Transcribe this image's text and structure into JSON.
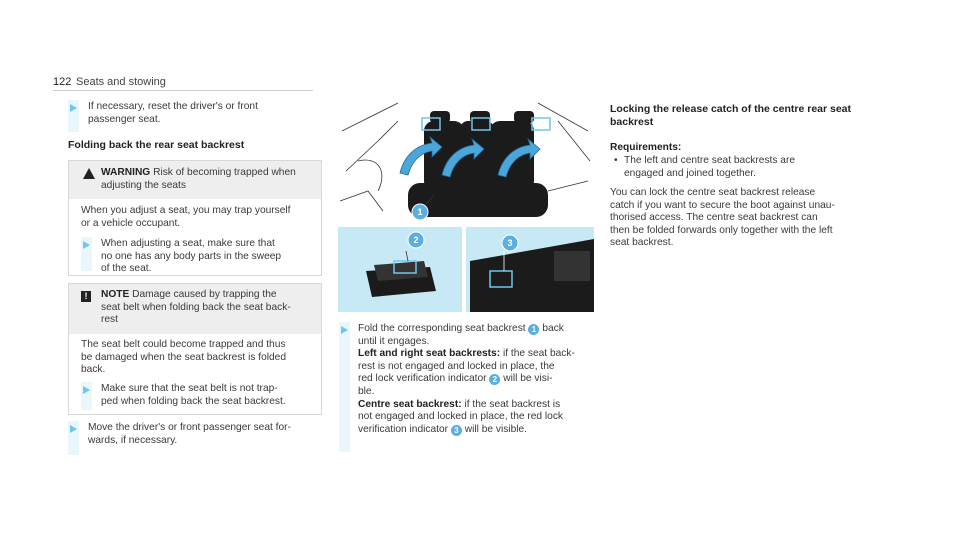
{
  "header": {
    "page_number": "122",
    "section": "Seats and stowing"
  },
  "col1": {
    "step1": [
      "If necessary, reset the driver's or front",
      "passenger seat."
    ],
    "heading": "Folding back the rear seat backrest",
    "warning": {
      "label": "WARNING",
      "title_rest": "Risk of becoming trapped when",
      "title_line2": "adjusting the seats",
      "body": [
        "When you adjust a seat, you may trap yourself",
        "or a vehicle occupant."
      ],
      "step": [
        "When adjusting a seat, make sure that",
        "no one has any body parts in the sweep",
        "of the seat."
      ]
    },
    "note": {
      "label": "NOTE",
      "title_rest": "Damage caused by trapping the",
      "title_line2": "seat belt when folding back the seat back-",
      "title_line3": "rest",
      "body": [
        "The seat belt could become trapped and thus",
        "be damaged when the seat backrest is folded",
        "back."
      ],
      "step": [
        "Make sure that the seat belt is not trap-",
        "ped when folding back the seat backrest."
      ]
    },
    "step2": [
      "Move the driver's or front passenger seat for-",
      "wards, if necessary."
    ]
  },
  "col2": {
    "callouts": [
      "1",
      "2",
      "3"
    ],
    "step_line1a": "Fold the corresponding seat backrest",
    "step_line1b": "back",
    "step_line2": "until it engages.",
    "lr_label": "Left and right seat backrests:",
    "lr_rest": "if the seat back-",
    "lr_lines": [
      "rest is not engaged and locked in place, the",
      "red lock verification indicator"
    ],
    "lr_tail": "will be visi-",
    "lr_end": "ble.",
    "centre_label": "Centre seat backrest:",
    "centre_rest": "if the seat backrest is",
    "centre_lines": [
      "not engaged and locked in place, the red lock",
      "verification indicator"
    ],
    "centre_tail": "will be visible."
  },
  "col3": {
    "heading": [
      "Locking the release catch of the centre rear seat",
      "backrest"
    ],
    "req_label": "Requirements:",
    "req_item": [
      "The left and centre seat backrests are",
      "engaged and joined together."
    ],
    "body": [
      "You can lock the centre seat backrest release",
      "catch if you want to secure the boot against unau-",
      "thorised access. The centre seat backrest can",
      "then be folded forwards only together with the left",
      "seat backrest."
    ]
  },
  "colors": {
    "accent": "#6fc6ef",
    "panel": "#c6e9f5",
    "callout": "#5aaee0"
  }
}
